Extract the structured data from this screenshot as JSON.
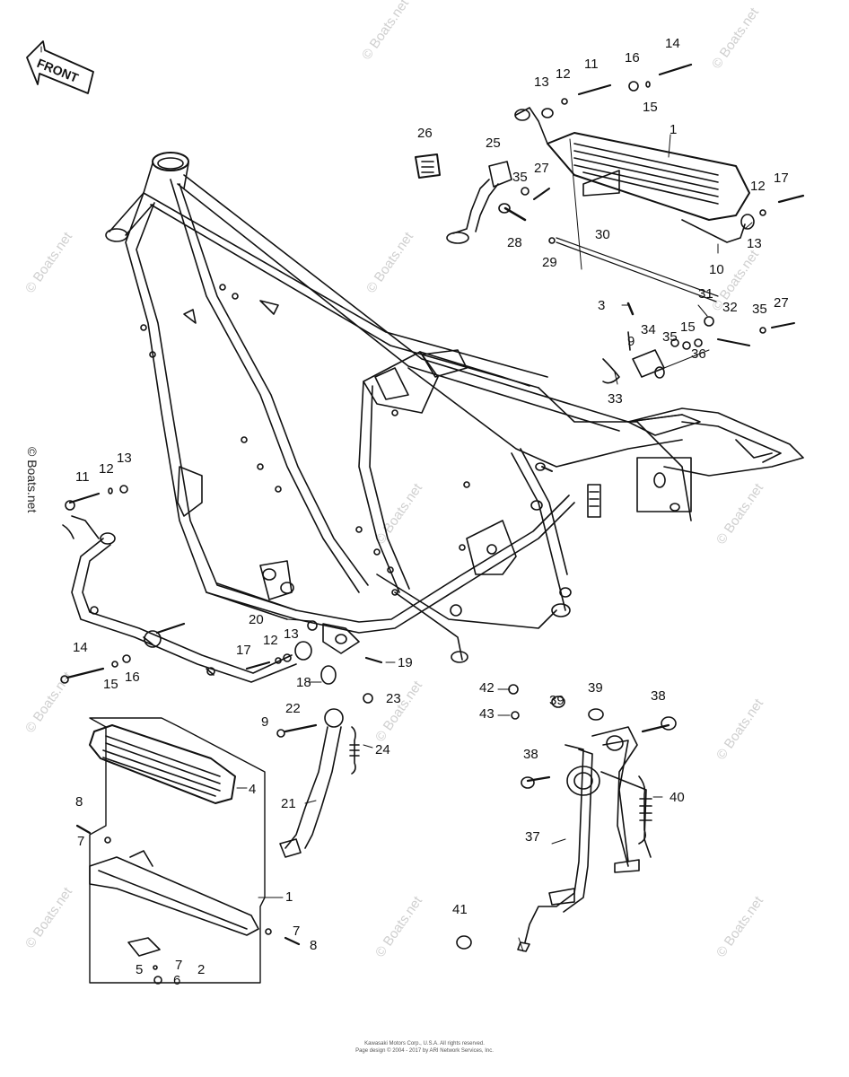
{
  "front_arrow": {
    "label": "FRONT"
  },
  "watermark": {
    "text": "© Boats.net"
  },
  "side_watermark": {
    "text": "© Boats.net"
  },
  "callouts": [
    {
      "id": "c1a",
      "text": "1"
    },
    {
      "id": "c1b",
      "text": "1"
    },
    {
      "id": "c2",
      "text": "2"
    },
    {
      "id": "c3",
      "text": "3"
    },
    {
      "id": "c4",
      "text": "4"
    },
    {
      "id": "c5",
      "text": "5"
    },
    {
      "id": "c6",
      "text": "6"
    },
    {
      "id": "c7a",
      "text": "7"
    },
    {
      "id": "c7b",
      "text": "7"
    },
    {
      "id": "c7c",
      "text": "7"
    },
    {
      "id": "c8a",
      "text": "8"
    },
    {
      "id": "c8b",
      "text": "8"
    },
    {
      "id": "c9a",
      "text": "9"
    },
    {
      "id": "c9b",
      "text": "9"
    },
    {
      "id": "c10",
      "text": "10"
    },
    {
      "id": "c11a",
      "text": "11"
    },
    {
      "id": "c11b",
      "text": "11"
    },
    {
      "id": "c12a",
      "text": "12"
    },
    {
      "id": "c12b",
      "text": "12"
    },
    {
      "id": "c12c",
      "text": "12"
    },
    {
      "id": "c13a",
      "text": "13"
    },
    {
      "id": "c13b",
      "text": "13"
    },
    {
      "id": "c13c",
      "text": "13"
    },
    {
      "id": "c13d",
      "text": "13"
    },
    {
      "id": "c14a",
      "text": "14"
    },
    {
      "id": "c14b",
      "text": "14"
    },
    {
      "id": "c15a",
      "text": "15"
    },
    {
      "id": "c15b",
      "text": "15"
    },
    {
      "id": "c15c",
      "text": "15"
    },
    {
      "id": "c16a",
      "text": "16"
    },
    {
      "id": "c16b",
      "text": "16"
    },
    {
      "id": "c17a",
      "text": "17"
    },
    {
      "id": "c17b",
      "text": "17"
    },
    {
      "id": "c18",
      "text": "18"
    },
    {
      "id": "c19",
      "text": "19"
    },
    {
      "id": "c20",
      "text": "20"
    },
    {
      "id": "c21",
      "text": "21"
    },
    {
      "id": "c22",
      "text": "22"
    },
    {
      "id": "c23",
      "text": "23"
    },
    {
      "id": "c24",
      "text": "24"
    },
    {
      "id": "c25",
      "text": "25"
    },
    {
      "id": "c26",
      "text": "26"
    },
    {
      "id": "c27a",
      "text": "27"
    },
    {
      "id": "c27b",
      "text": "27"
    },
    {
      "id": "c28",
      "text": "28"
    },
    {
      "id": "c29",
      "text": "29"
    },
    {
      "id": "c30",
      "text": "30"
    },
    {
      "id": "c31",
      "text": "31"
    },
    {
      "id": "c32",
      "text": "32"
    },
    {
      "id": "c33",
      "text": "33"
    },
    {
      "id": "c34",
      "text": "34"
    },
    {
      "id": "c35a",
      "text": "35"
    },
    {
      "id": "c35b",
      "text": "35"
    },
    {
      "id": "c35c",
      "text": "35"
    },
    {
      "id": "c36",
      "text": "36"
    },
    {
      "id": "c37",
      "text": "37"
    },
    {
      "id": "c38a",
      "text": "38"
    },
    {
      "id": "c38b",
      "text": "38"
    },
    {
      "id": "c39a",
      "text": "39"
    },
    {
      "id": "c39b",
      "text": "39"
    },
    {
      "id": "c40",
      "text": "40"
    },
    {
      "id": "c41",
      "text": "41"
    },
    {
      "id": "c42",
      "text": "42"
    },
    {
      "id": "c43",
      "text": "43"
    }
  ],
  "footer": {
    "line1": "Kawasaki Motors Corp., U.S.A. All rights reserved.",
    "line2": "Page design © 2004 - 2017 by ARI Network Services, Inc."
  }
}
